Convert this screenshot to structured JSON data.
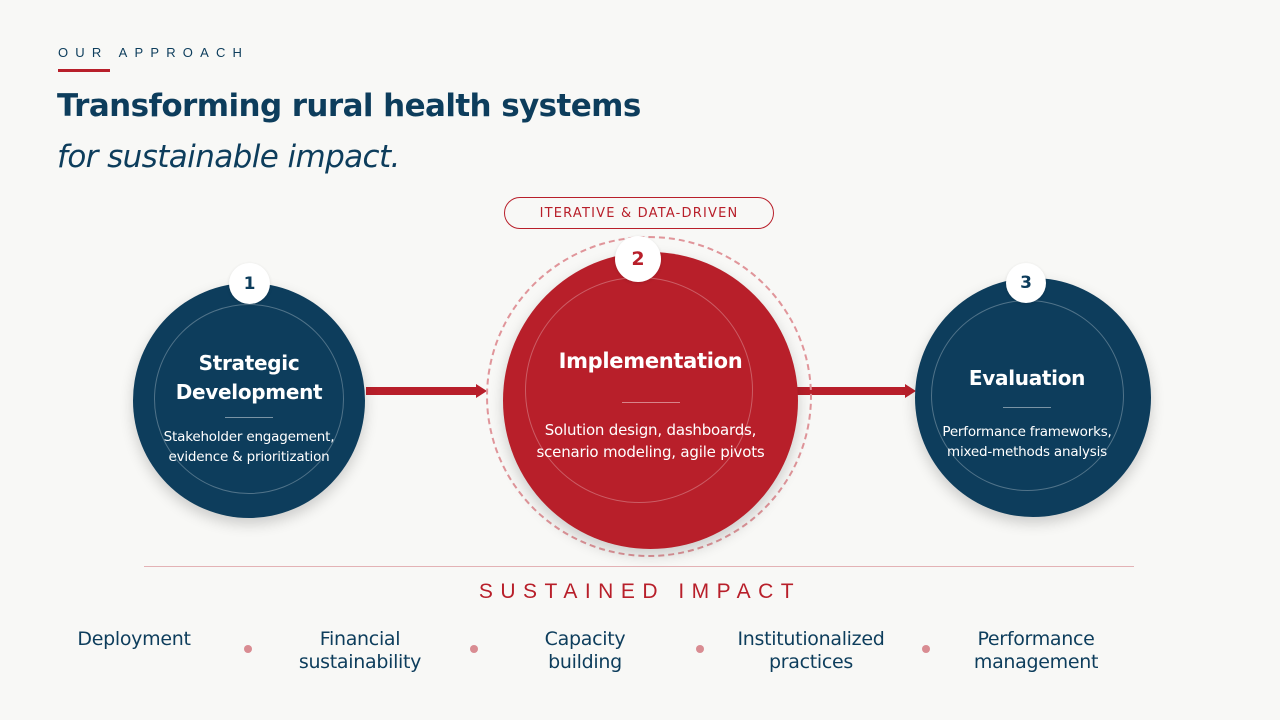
{
  "header": {
    "eyebrow": "OUR APPROACH",
    "title_line1": "Transforming rural health systems",
    "title_line2": "for sustainable impact."
  },
  "colors": {
    "navy": "#0d3d5c",
    "red": "#b81f2a",
    "background": "#f8f8f6",
    "dashed_ring": "#e0959a",
    "dot": "#d98c92"
  },
  "pill": {
    "label": "ITERATIVE & DATA-DRIVEN"
  },
  "steps": [
    {
      "number": "1",
      "heading_line1": "Strategic",
      "heading_line2": "Development",
      "desc_line1": "Stakeholder engagement,",
      "desc_line2": "evidence & prioritization"
    },
    {
      "number": "2",
      "heading_line1": "Implementation",
      "desc_line1": "Solution design, dashboards,",
      "desc_line2": "scenario modeling, agile pivots"
    },
    {
      "number": "3",
      "heading_line1": "Evaluation",
      "desc_line1": "Performance frameworks,",
      "desc_line2": "mixed-methods analysis"
    }
  ],
  "impact": {
    "title": "SUSTAINED IMPACT",
    "outcomes": [
      {
        "line1": "Deployment",
        "line2": ""
      },
      {
        "line1": "Financial",
        "line2": "sustainability"
      },
      {
        "line1": "Capacity",
        "line2": "building"
      },
      {
        "line1": "Institutionalized",
        "line2": "practices"
      },
      {
        "line1": "Performance",
        "line2": "management"
      }
    ]
  }
}
